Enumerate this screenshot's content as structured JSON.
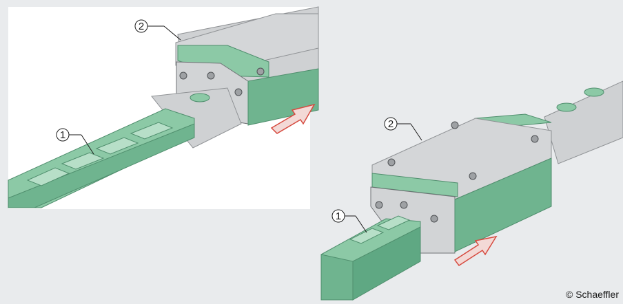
{
  "callouts": {
    "left_carriage_label": "1",
    "left_rail_label": "2",
    "right_rail_label": "2",
    "right_carriage_label": "1"
  },
  "copyright": "© Schaeffler",
  "colors": {
    "background": "#e9ebed",
    "panel": "#ffffff",
    "green": "#8cc9a6",
    "green_dark": "#5fa883",
    "steel": "#c9cbcd",
    "steel_dark": "#8e9194",
    "arrow": "#d64a3f"
  }
}
